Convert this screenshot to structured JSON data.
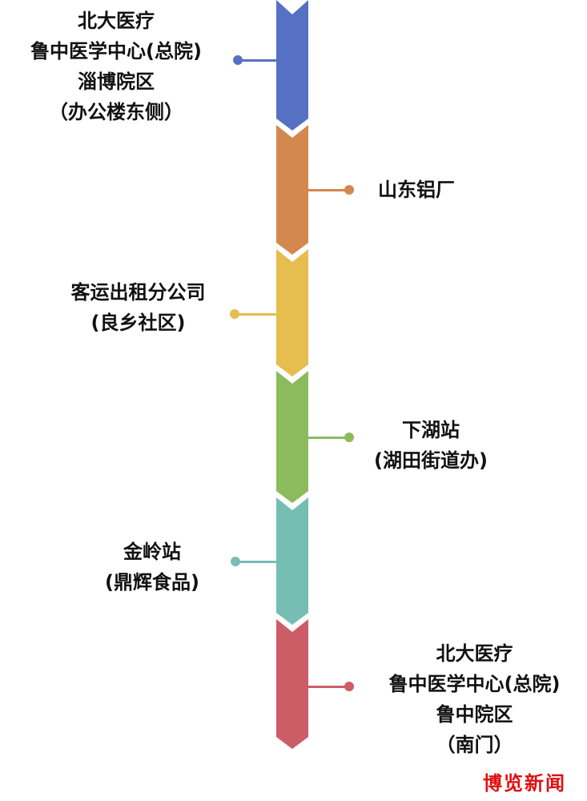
{
  "diagram": {
    "type": "vertical-timeline",
    "stops": [
      {
        "lines": [
          "北大医疗",
          "鲁中医学中心(总院)",
          "淄博院区",
          "（办公楼东侧）"
        ],
        "side": "left",
        "color": "#5670c4"
      },
      {
        "lines": [
          "山东铝厂"
        ],
        "side": "right",
        "color": "#d4874e"
      },
      {
        "lines": [
          "客运出租分公司",
          "(良乡社区)"
        ],
        "side": "left",
        "color": "#e6bd4f"
      },
      {
        "lines": [
          "下湖站",
          "(湖田街道办)"
        ],
        "side": "right",
        "color": "#8cbb5e"
      },
      {
        "lines": [
          "金岭站",
          "(鼎辉食品)"
        ],
        "side": "left",
        "color": "#76bdb4"
      },
      {
        "lines": [
          "北大医疗",
          "鲁中医学中心(总院)",
          "鲁中院区",
          "（南门）"
        ],
        "side": "right",
        "color": "#cc5d66"
      }
    ]
  },
  "watermark": "博览新闻"
}
